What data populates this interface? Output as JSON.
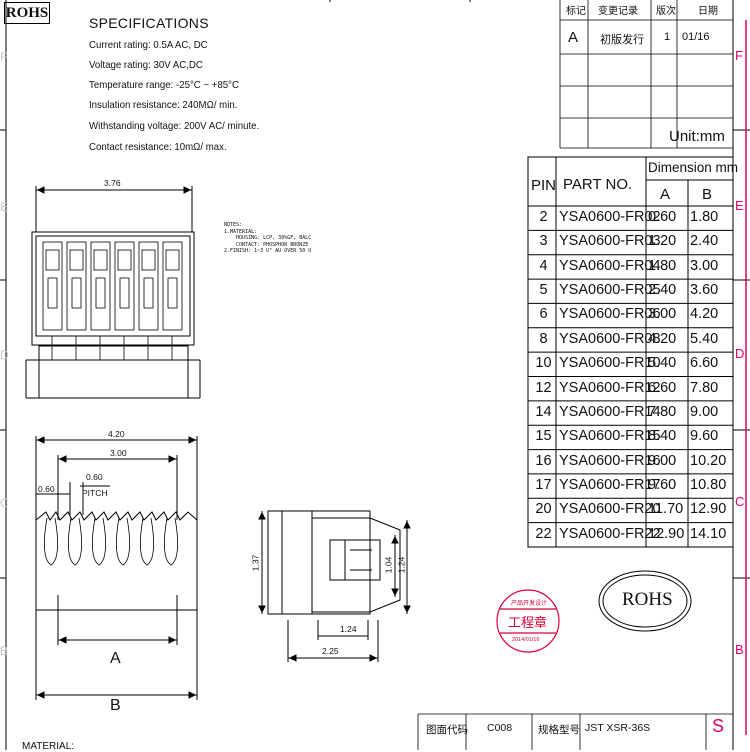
{
  "logo_text": "ROHS",
  "specifications": {
    "title": "SPECIFICATIONS",
    "lines": [
      "Current rating: 0.5A AC, DC",
      "Voltage rating: 30V AC,DC",
      "Temperature range: -25°C ~ +85°C",
      "Insulation resistance: 240MΩ/ min.",
      "Withstanding voltage: 200V AC/ minute.",
      "Contact resistance: 10mΩ/ max."
    ]
  },
  "notes": "NOTES:\n1.MATERIAL:\n    HOUSING: LCP, 30%GF, BALC\n    CONTACT: PHOSPHOR BRONZE\n2.FINISH: 1~3 U\" AU OVER 50 U",
  "revision_table": {
    "headers": [
      "标记",
      "变更记录",
      "版次",
      "日期"
    ],
    "rows": [
      [
        "A",
        "初版发行",
        "1",
        "01/16"
      ]
    ],
    "unit": "Unit:mm"
  },
  "part_table": {
    "col_pin": "PIN",
    "col_part": "PART NO.",
    "col_dim": "Dimension mm",
    "col_a": "A",
    "col_b": "B",
    "rows": [
      {
        "pin": "2",
        "part": "YSA0600-FR02",
        "a": "0.60",
        "b": "1.80"
      },
      {
        "pin": "3",
        "part": "YSA0600-FR03",
        "a": "1.20",
        "b": "2.40"
      },
      {
        "pin": "4",
        "part": "YSA0600-FR04",
        "a": "1.80",
        "b": "3.00"
      },
      {
        "pin": "5",
        "part": "YSA0600-FR05",
        "a": "2.40",
        "b": "3.60"
      },
      {
        "pin": "6",
        "part": "YSA0600-FR06",
        "a": "3.00",
        "b": "4.20"
      },
      {
        "pin": "8",
        "part": "YSA0600-FR08",
        "a": "4.20",
        "b": "5.40"
      },
      {
        "pin": "10",
        "part": "YSA0600-FR10",
        "a": "5.40",
        "b": "6.60"
      },
      {
        "pin": "12",
        "part": "YSA0600-FR12",
        "a": "6.60",
        "b": "7.80"
      },
      {
        "pin": "14",
        "part": "YSA0600-FR14",
        "a": "7.80",
        "b": "9.00"
      },
      {
        "pin": "15",
        "part": "YSA0600-FR15",
        "a": "8.40",
        "b": "9.60"
      },
      {
        "pin": "16",
        "part": "YSA0600-FR16",
        "a": "9.00",
        "b": "10.20"
      },
      {
        "pin": "17",
        "part": "YSA0600-FR17",
        "a": "9.60",
        "b": "10.80"
      },
      {
        "pin": "20",
        "part": "YSA0600-FR20",
        "a": "11.70",
        "b": "12.90"
      },
      {
        "pin": "22",
        "part": "YSA0600-FR22",
        "a": "12.90",
        "b": "14.10"
      }
    ]
  },
  "dimensions": {
    "top_width": "3.76",
    "overall_width": "4.20",
    "span": "3.00",
    "pitch_value": "0.60",
    "pitch_label": "PITCH",
    "left_offset": "0.60",
    "label_a": "A",
    "label_b": "B",
    "side_height": "1.37",
    "side_inner_height": "1.04",
    "side_outer_height": "1.24",
    "side_depth": "1.24",
    "side_length": "2.25"
  },
  "stamps": {
    "oval_text": "ROHS",
    "approval_top": "产品开发设计",
    "approval_main": "工程章",
    "approval_date": "2014/01/16"
  },
  "border_letters": {
    "right": [
      "F",
      "E",
      "D",
      "C",
      "B"
    ],
    "left": [
      "F",
      "E",
      "D",
      "C",
      "B"
    ],
    "corner": "S"
  },
  "title_block": {
    "drawing_code_label": "图面代码",
    "drawing_code_value": "C008",
    "model_label": "规格型号",
    "model_value": "JST XSR-36S"
  },
  "material_label": "MATERIAL:",
  "colors": {
    "line": "#000000",
    "stamp_red": "#d8003a",
    "border_magenta": "#e0006a"
  }
}
